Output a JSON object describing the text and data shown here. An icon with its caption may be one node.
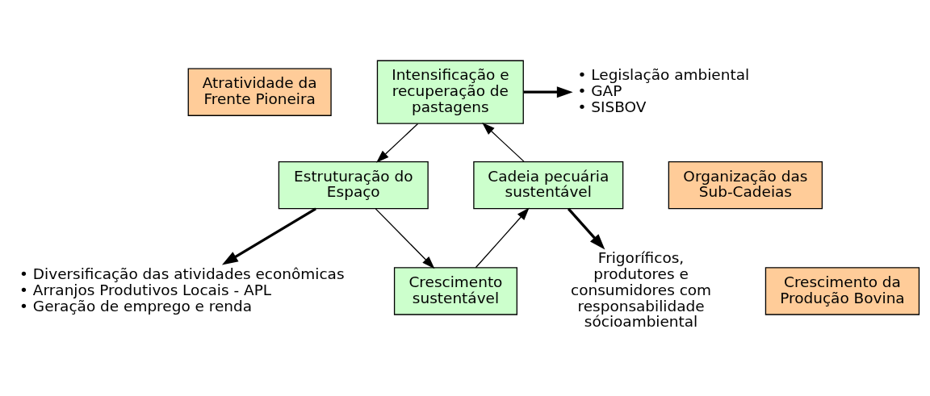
{
  "diagram": {
    "nodes": [
      {
        "text": [
          "Atratividade da Frente Pioneira"
        ]
      },
      {
        "text": [
          "Intensificação e recuperação de pastagens"
        ]
      },
      {
        "text": [
          "• Legislação ambiental",
          "• GAP",
          "• SISBOV"
        ]
      },
      {
        "text": [
          "Organização das Sub-Cadeias"
        ]
      },
      {
        "text": [
          "Estruturação do Espaço"
        ]
      },
      {
        "text": [
          "Cadeia pecuária sustentável"
        ]
      },
      {
        "text": [
          "Crescimento sustentável"
        ]
      },
      {
        "text": [
          "Crescimento da Produção Bovina"
        ]
      },
      {
        "text": [
          "• Diversificação das atividades econômicas",
          "• Arranjos Produtivos Locais - APL",
          "• Geração de emprego e renda"
        ]
      },
      {
        "text": [
          "Frigoríficos, produtores e consumidores com responsabilidade sócioambiental"
        ]
      }
    ],
    "edges": [
      {
        "from": 1,
        "to": 4,
        "arrow": "to"
      },
      {
        "from": 4,
        "to": 6,
        "arrow": "to"
      },
      {
        "from": 6,
        "to": 5,
        "arrow": "to"
      },
      {
        "from": 5,
        "to": 1,
        "arrow": "to"
      },
      {
        "from": 1,
        "to": 2,
        "arrow": "to",
        "style": "thick"
      },
      {
        "from": 4,
        "to": 8,
        "arrow": "to",
        "style": "thick"
      },
      {
        "from": 5,
        "to": 9,
        "arrow": "to",
        "style": "thick"
      }
    ]
  }
}
